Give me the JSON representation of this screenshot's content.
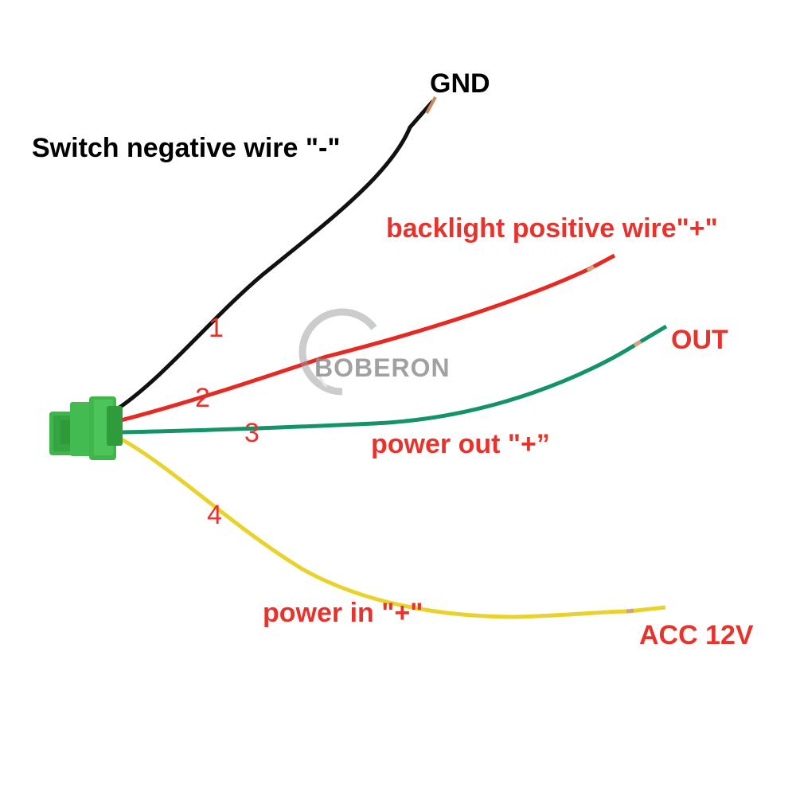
{
  "labels": {
    "gnd": "GND",
    "switch_negative": "Switch negative wire \"-\"",
    "backlight_positive": "backlight positive wire\"+\"",
    "out": "OUT",
    "power_out": "power out \"+”",
    "power_in": "power in \"+\"",
    "acc": "ACC 12V"
  },
  "pin_numbers": [
    "1",
    "2",
    "3",
    "4"
  ],
  "watermark": "BOBERON",
  "wire_colors": {
    "black": "#111111",
    "red": "#e42a22",
    "green": "#13936a",
    "yellow": "#e9d32a"
  },
  "connector_color": "#3fb54b",
  "label_colors": {
    "black": "#000000",
    "red": "#e8332d"
  }
}
